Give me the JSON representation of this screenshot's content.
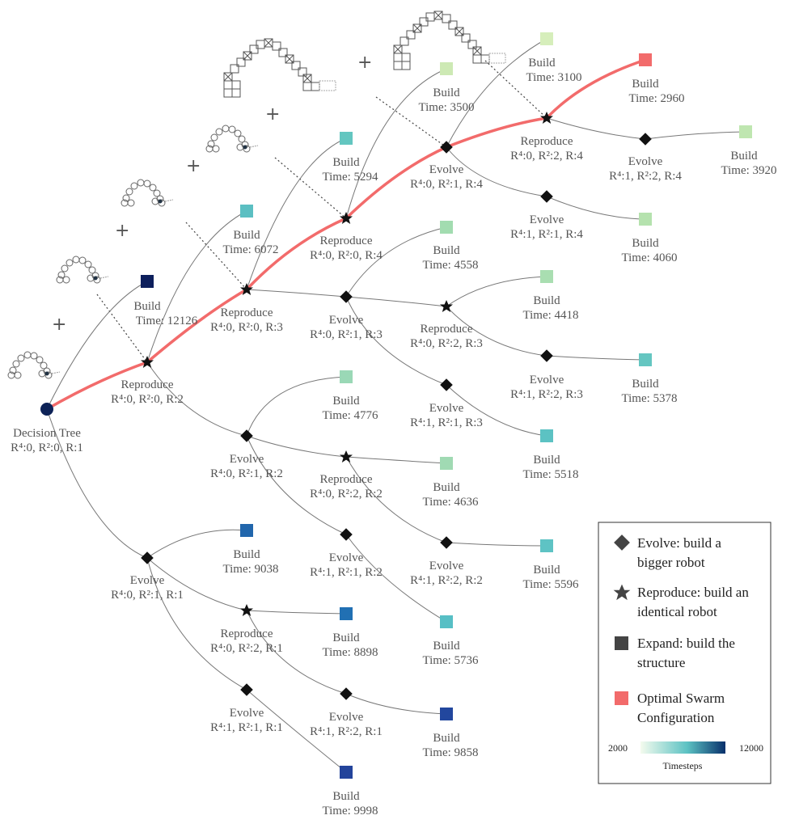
{
  "root": {
    "label": "Decision Tree",
    "reward": "R⁴:0, R²:0, R:1"
  },
  "nodes": {
    "rep_r2": {
      "label": "Reproduce",
      "reward": "R⁴:0, R²:0, R:2"
    },
    "rep_r3": {
      "label": "Reproduce",
      "reward": "R⁴:0, R²:0, R:3"
    },
    "rep_r4": {
      "label": "Reproduce",
      "reward": "R⁴:0, R²:0, R:4"
    },
    "evo_a": {
      "label": "Evolve",
      "reward": "R⁴:0, R²:1, R:4"
    },
    "rep_b": {
      "label": "Reproduce",
      "reward": "R⁴:0, R²:2, R:4"
    },
    "evo_b": {
      "label": "Evolve",
      "reward": "R⁴:1, R²:2, R:4"
    },
    "evo_c": {
      "label": "Evolve",
      "reward": "R⁴:1, R²:1, R:4"
    },
    "evo_d": {
      "label": "Evolve",
      "reward": "R⁴:0, R²:1, R:3"
    },
    "rep_e": {
      "label": "Reproduce",
      "reward": "R⁴:0, R²:2, R:3"
    },
    "evo_f": {
      "label": "Evolve",
      "reward": "R⁴:1, R²:2, R:3"
    },
    "evo_g": {
      "label": "Evolve",
      "reward": "R⁴:1, R²:1, R:3"
    },
    "evo_h": {
      "label": "Evolve",
      "reward": "R⁴:0, R²:1, R:2"
    },
    "rep_i": {
      "label": "Reproduce",
      "reward": "R⁴:0, R²:2, R:2"
    },
    "evo_j": {
      "label": "Evolve",
      "reward": "R⁴:1, R²:2, R:2"
    },
    "evo_k": {
      "label": "Evolve",
      "reward": "R⁴:1, R²:1, R:2"
    },
    "evo_l": {
      "label": "Evolve",
      "reward": "R⁴:0, R²:1, R:1"
    },
    "rep_m": {
      "label": "Reproduce",
      "reward": "R⁴:0, R²:2, R:1"
    },
    "evo_n": {
      "label": "Evolve",
      "reward": "R⁴:1, R²:2, R:1"
    },
    "evo_o": {
      "label": "Evolve",
      "reward": "R⁴:1, R²:1, R:1"
    }
  },
  "builds": {
    "b12126": {
      "label": "Build",
      "time": "Time: 12126",
      "color": "#0d1f5c"
    },
    "b6072": {
      "label": "Build",
      "time": "Time: 6072",
      "color": "#5bbfc2"
    },
    "b5294": {
      "label": "Build",
      "time": "Time: 5294",
      "color": "#63c6c0"
    },
    "b3500": {
      "label": "Build",
      "time": "Time: 3500",
      "color": "#cde9b4"
    },
    "b3100": {
      "label": "Build",
      "time": "Time: 3100",
      "color": "#d6eebb"
    },
    "b2960": {
      "label": "Build",
      "time": "Time: 2960",
      "color": "#f26b6b"
    },
    "b3920": {
      "label": "Build",
      "time": "Time: 3920",
      "color": "#bfe6b0"
    },
    "b4060": {
      "label": "Build",
      "time": "Time: 4060",
      "color": "#b5e2ae"
    },
    "b4558": {
      "label": "Build",
      "time": "Time: 4558",
      "color": "#a2dcb0"
    },
    "b4418": {
      "label": "Build",
      "time": "Time: 4418",
      "color": "#a9deb1"
    },
    "b5378": {
      "label": "Build",
      "time": "Time: 5378",
      "color": "#65c6c1"
    },
    "b5518": {
      "label": "Build",
      "time": "Time: 5518",
      "color": "#5cc2c3"
    },
    "b4776": {
      "label": "Build",
      "time": "Time: 4776",
      "color": "#9ad8b6"
    },
    "b4636": {
      "label": "Build",
      "time": "Time: 4636",
      "color": "#a0dab3"
    },
    "b5596": {
      "label": "Build",
      "time": "Time: 5596",
      "color": "#5ec3c4"
    },
    "b5736": {
      "label": "Build",
      "time": "Time: 5736",
      "color": "#57bfc5"
    },
    "b9038": {
      "label": "Build",
      "time": "Time: 9038",
      "color": "#2166ac"
    },
    "b8898": {
      "label": "Build",
      "time": "Time: 8898",
      "color": "#2170b3"
    },
    "b9858": {
      "label": "Build",
      "time": "Time: 9858",
      "color": "#22479e"
    },
    "b9998": {
      "label": "Build",
      "time": "Time: 9998",
      "color": "#23449b"
    }
  },
  "plus_sign": "+",
  "legend": {
    "evolve_line1": "Evolve: build a",
    "evolve_line2": "bigger robot",
    "reproduce_line1": "Reproduce: build an",
    "reproduce_line2": "identical robot",
    "expand_line1": "Expand: build the",
    "expand_line2": "structure",
    "optimal_line1": "Optimal Swarm",
    "optimal_line2": "Configuration",
    "colorbar_min": "2000",
    "colorbar_max": "12000",
    "colorbar_label": "Timesteps",
    "optimal_color": "#f26b6b",
    "expand_color": "#444444"
  },
  "colors": {
    "optimal_path": "#f26b6b",
    "root": "#0d2257",
    "edge": "#777777",
    "colorbar_start": "#f4fbee",
    "colorbar_mid": "#5cc2c3",
    "colorbar_end": "#08306b"
  }
}
